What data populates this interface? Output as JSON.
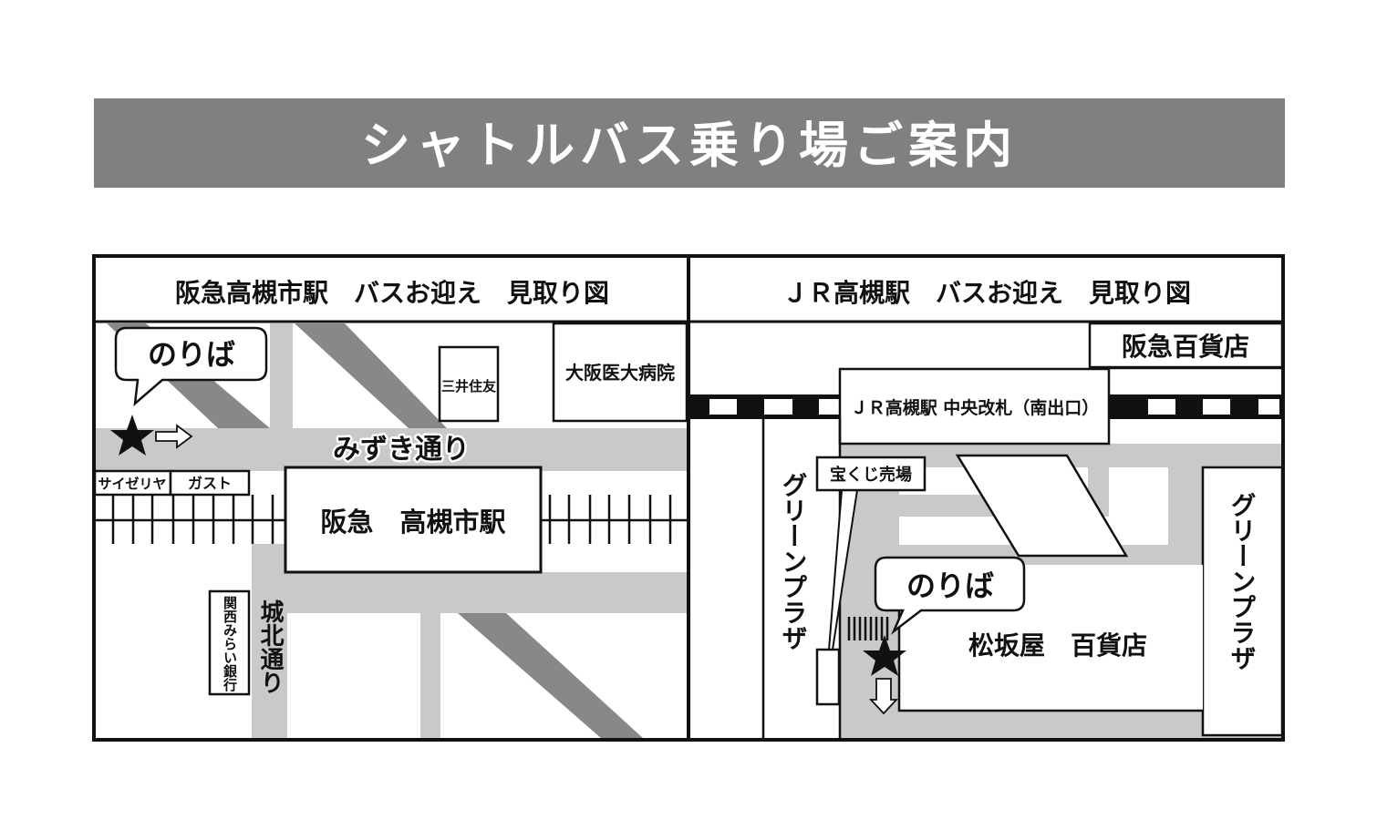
{
  "title": "シャトルバス乗り場ご案内",
  "colors": {
    "title_bar": "#808080",
    "road_light": "#c8c9ca",
    "road_dark": "#888888",
    "line": "#111111"
  },
  "left_map": {
    "heading": "阪急高槻市駅　バスお迎え　見取り図",
    "boarding_label": "のりば",
    "street_mizuki": "みずき通り",
    "street_johoku": "城北通り",
    "station": "阪急　高槻市駅",
    "bank_mitsui": "三井住友",
    "hospital": "大阪医大病院",
    "shop_saizeriya": "サイゼリヤ",
    "shop_gusto": "ガスト",
    "bank_kansai": "関西みらい銀行",
    "marker_icon": "star-icon",
    "direction_icon": "arrow-right-icon"
  },
  "right_map": {
    "heading": "ＪＲ高槻駅　バスお迎え　見取り図",
    "hankyu_dept": "阪急百貨店",
    "jr_gate": "ＪＲ高槻駅 中央改札（南出口）",
    "lottery": "宝くじ売場",
    "green_plaza_left": "グリーンプラザ",
    "green_plaza_right": "グリーンプラザ",
    "boarding_label": "のりば",
    "matsuzakaya": "松坂屋　百貨店",
    "marker_icon": "star-icon",
    "direction_icon": "arrow-down-icon"
  }
}
